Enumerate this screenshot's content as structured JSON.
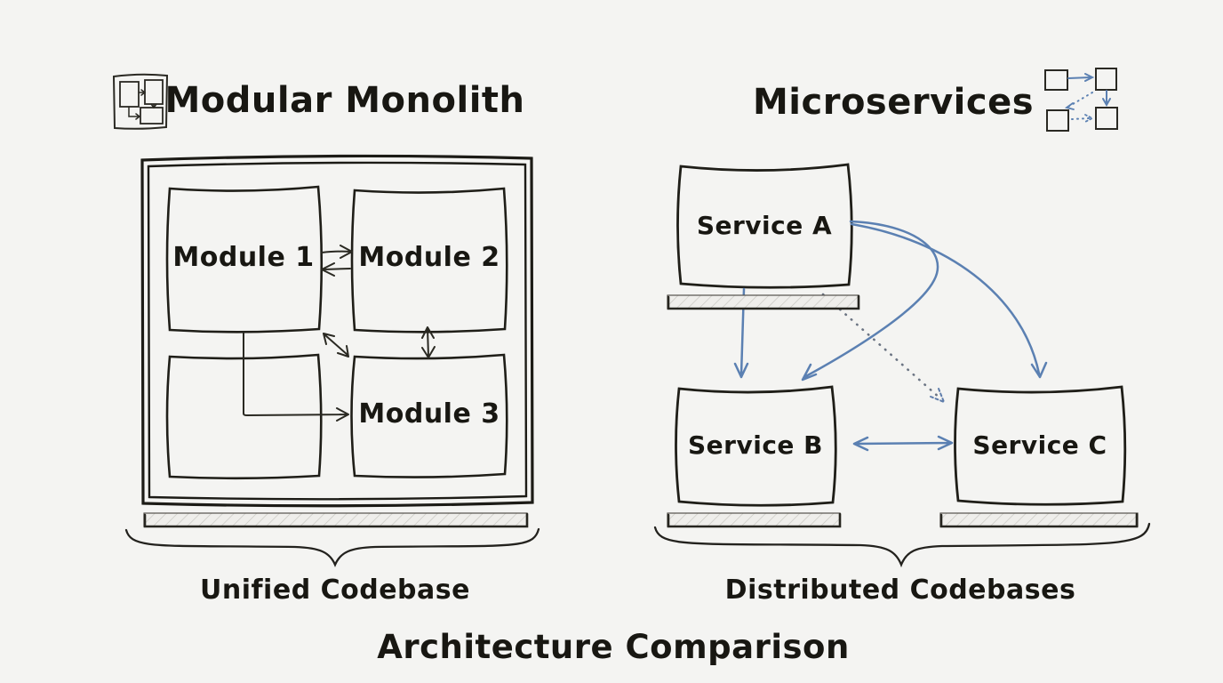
{
  "canvas": {
    "background": "#f4f4f2",
    "ink": "#1f1e1a",
    "accent_blue": "#5b80b2",
    "hatch_fill": "#efeeeb"
  },
  "footer": {
    "title": "Architecture Comparison"
  },
  "monolith": {
    "title": "Modular Monolith",
    "icon": "nested-modules-icon",
    "modules": [
      {
        "label": "Module 1"
      },
      {
        "label": "Module 2"
      },
      {
        "label": "Module 3"
      }
    ],
    "caption": "Unified Codebase"
  },
  "microservices": {
    "title": "Microservices",
    "icon": "distributed-boxes-icon",
    "services": [
      {
        "label": "Service A"
      },
      {
        "label": "Service B"
      },
      {
        "label": "Service C"
      }
    ],
    "caption": "Distributed Codebases"
  }
}
